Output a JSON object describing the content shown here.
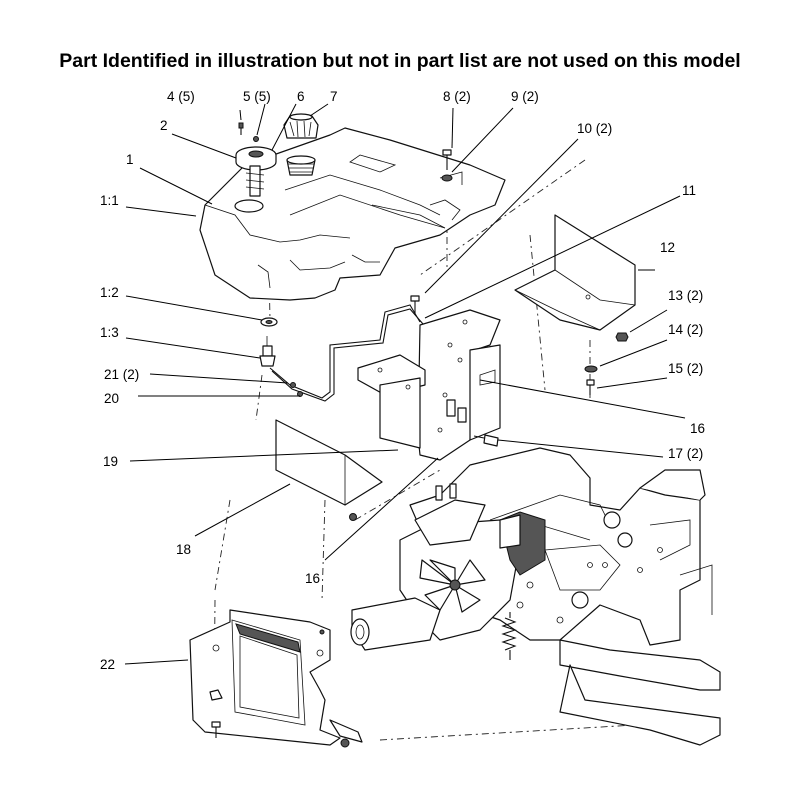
{
  "header": {
    "title": "Part Identified in illustration but not in part list are not used on this model"
  },
  "callouts": {
    "c1": "1",
    "c1_1": "1:1",
    "c1_2": "1:2",
    "c1_3": "1:3",
    "c2": "2",
    "c4": "4 (5)",
    "c5": "5 (5)",
    "c6": "6",
    "c7": "7",
    "c8": "8 (2)",
    "c9": "9 (2)",
    "c10": "10 (2)",
    "c11": "11",
    "c12": "12",
    "c13": "13 (2)",
    "c14": "14 (2)",
    "c15": "15 (2)",
    "c16a": "16",
    "c16b": "16",
    "c17": "17 (2)",
    "c18": "18",
    "c19": "19",
    "c20": "20",
    "c21": "21 (2)",
    "c22": "22"
  }
}
